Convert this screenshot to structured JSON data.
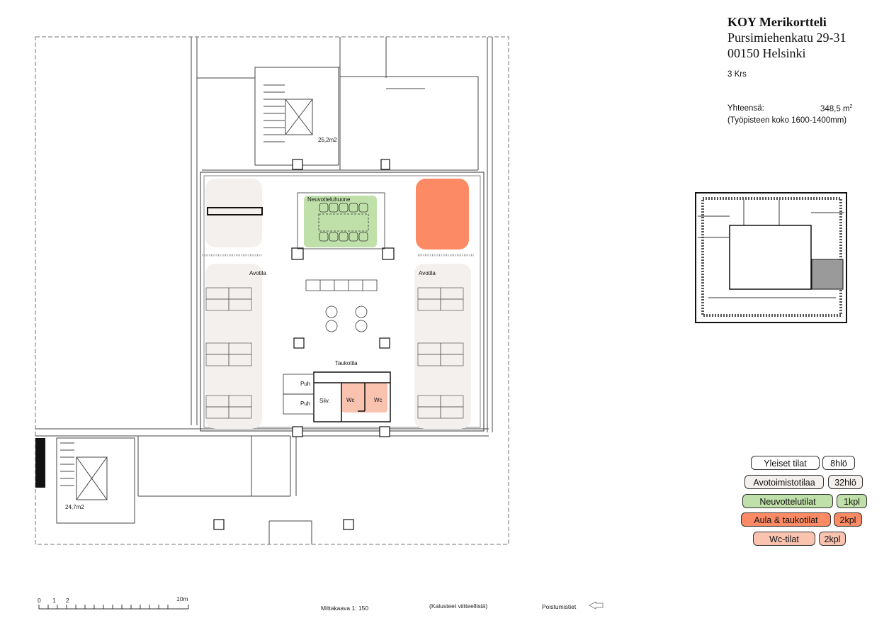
{
  "header": {
    "building": "KOY Merikortteli",
    "street": "Pursimiehenkatu 29-31",
    "city": "00150 Helsinki",
    "floor": "3 Krs",
    "total_label": "Yhteensä:",
    "total_value": "348,5 m",
    "total_unit_sup": "2",
    "workstation_note": "(Työpisteen koko 1600-1400mm)"
  },
  "plan_labels": {
    "meeting_room": "Neuvotteluhuone",
    "open_left": "Avotila",
    "open_right": "Avotila",
    "break": "Taukotila",
    "phone1": "Puh",
    "phone2": "Puh",
    "cleaning": "Siiv.",
    "wc1": "Wc",
    "wc2": "Wc",
    "stair_top_area": "25,2m2",
    "stair_bottom_area": "24,7m2"
  },
  "legend": [
    {
      "label": "Yleiset tilat",
      "count": "8hlö",
      "color": "#ffffff"
    },
    {
      "label": "Avotoimistotilaa",
      "count": "32hlö",
      "color": "#f4f0ed"
    },
    {
      "label": "Neuvottelutilat",
      "count": "1kpl",
      "color": "#bfe0a9"
    },
    {
      "label": "Aula & taukotilat",
      "count": "2kpl",
      "color": "#fc8a64"
    },
    {
      "label": "Wc-tilat",
      "count": "2kpl",
      "color": "#f9c3b0"
    }
  ],
  "footer": {
    "scale_ticks": [
      "0",
      "1",
      "2",
      "10m"
    ],
    "scale_text": "Mittakaava 1: 150",
    "furniture_note": "(Kalusteet viitteellisiä)",
    "exit_label": "Poistumistiet"
  }
}
